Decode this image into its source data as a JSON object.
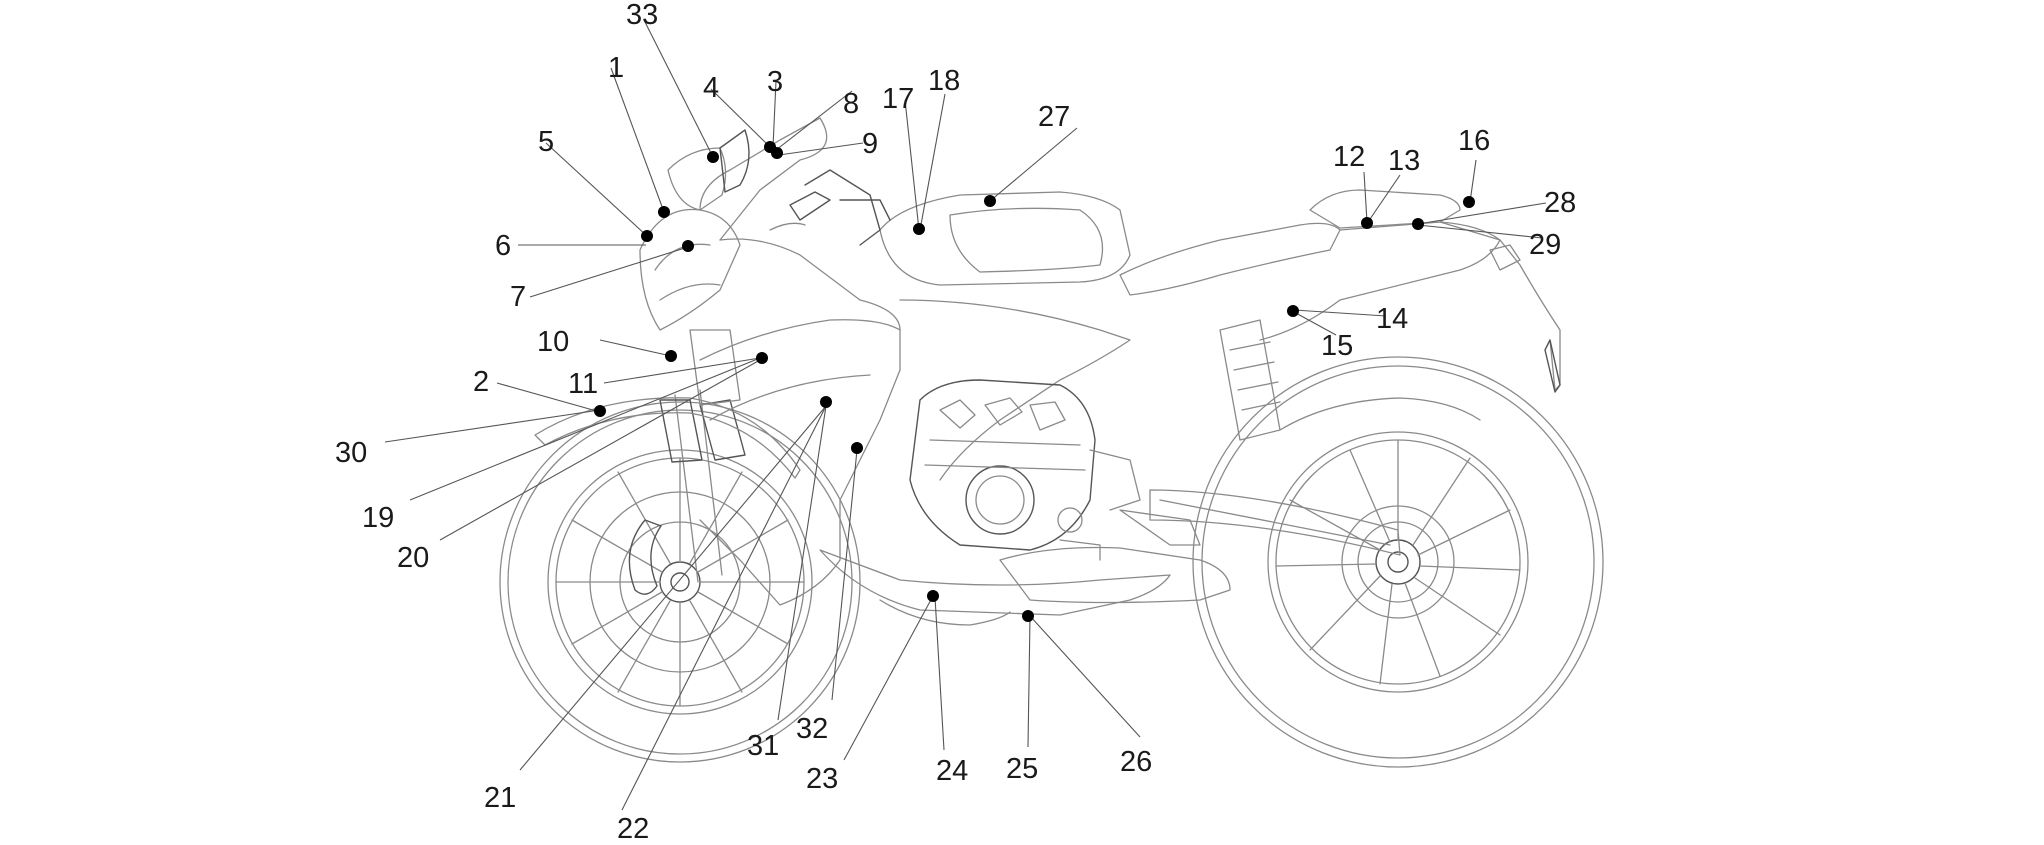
{
  "callouts": [
    {
      "id": "1",
      "text": "1"
    },
    {
      "id": "2",
      "text": "2"
    },
    {
      "id": "3",
      "text": "3"
    },
    {
      "id": "4",
      "text": "4"
    },
    {
      "id": "5",
      "text": "5"
    },
    {
      "id": "6",
      "text": "6"
    },
    {
      "id": "7",
      "text": "7"
    },
    {
      "id": "8",
      "text": "8"
    },
    {
      "id": "9",
      "text": "9"
    },
    {
      "id": "10",
      "text": "10"
    },
    {
      "id": "11",
      "text": "11"
    },
    {
      "id": "12",
      "text": "12"
    },
    {
      "id": "13",
      "text": "13"
    },
    {
      "id": "14",
      "text": "14"
    },
    {
      "id": "15",
      "text": "15"
    },
    {
      "id": "16",
      "text": "16"
    },
    {
      "id": "17",
      "text": "17"
    },
    {
      "id": "18",
      "text": "18"
    },
    {
      "id": "19",
      "text": "19"
    },
    {
      "id": "20",
      "text": "20"
    },
    {
      "id": "21",
      "text": "21"
    },
    {
      "id": "22",
      "text": "22"
    },
    {
      "id": "23",
      "text": "23"
    },
    {
      "id": "24",
      "text": "24"
    },
    {
      "id": "25",
      "text": "25"
    },
    {
      "id": "26",
      "text": "26"
    },
    {
      "id": "27",
      "text": "27"
    },
    {
      "id": "28",
      "text": "28"
    },
    {
      "id": "29",
      "text": "29"
    },
    {
      "id": "30",
      "text": "30"
    },
    {
      "id": "31",
      "text": "31"
    },
    {
      "id": "32",
      "text": "32"
    },
    {
      "id": "33",
      "text": "33"
    }
  ],
  "colors": {
    "ink": "#1a1a1a",
    "line_art": "#8a8a8a",
    "marker": "#000000",
    "background": "#ffffff"
  }
}
